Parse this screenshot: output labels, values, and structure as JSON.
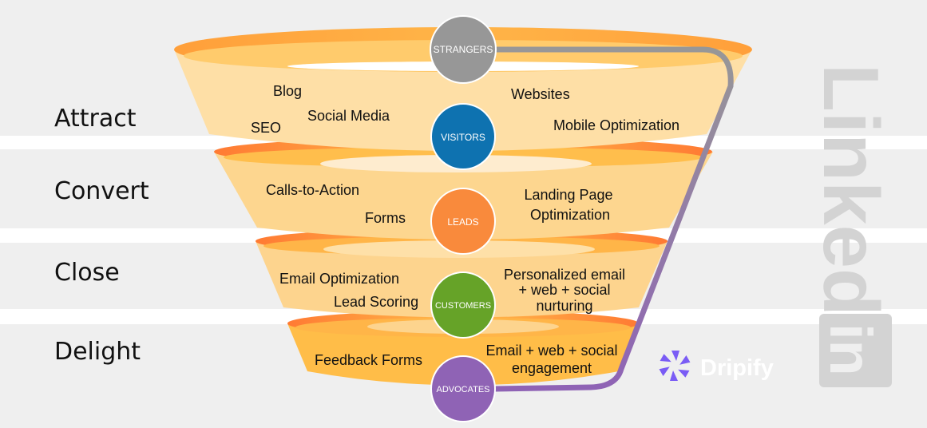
{
  "stages": [
    {
      "label": "Attract",
      "circle": "VISITORS",
      "circle_color": "#0e72b0",
      "left_items": [
        "Blog",
        "Social Media",
        "SEO"
      ],
      "right_items": [
        "Websites",
        "Mobile Optimization"
      ]
    },
    {
      "label": "Convert",
      "circle": "LEADS",
      "circle_color": "#f98a3c",
      "left_items": [
        "Calls-to-Action",
        "Forms"
      ],
      "right_items": [
        "Landing Page",
        "Optimization"
      ]
    },
    {
      "label": "Close",
      "circle": "CUSTOMERS",
      "circle_color": "#66a328",
      "left_items": [
        "Email Optimization",
        "Lead Scoring"
      ],
      "right_items": [
        "Personalized email",
        "+ web + social",
        "nurturing"
      ]
    },
    {
      "label": "Delight",
      "circle": "ADVOCATES",
      "circle_color": "#8f63b5",
      "left_items": [
        "Feedback Forms"
      ],
      "right_items": [
        "Email + web + social",
        "engagement"
      ]
    }
  ],
  "top_circle": {
    "label": "STRANGERS",
    "color": "#979797"
  },
  "colors": {
    "funnel_light": "#fedfa6",
    "funnel_rim": "#ffa53d",
    "funnel_rim_dark": "#ff7f33",
    "path_start": "#979797",
    "path_end": "#8f63b5"
  },
  "brand": {
    "dripify": "Dripify",
    "linkedin": "Linked",
    "linkedin_in": "in"
  }
}
